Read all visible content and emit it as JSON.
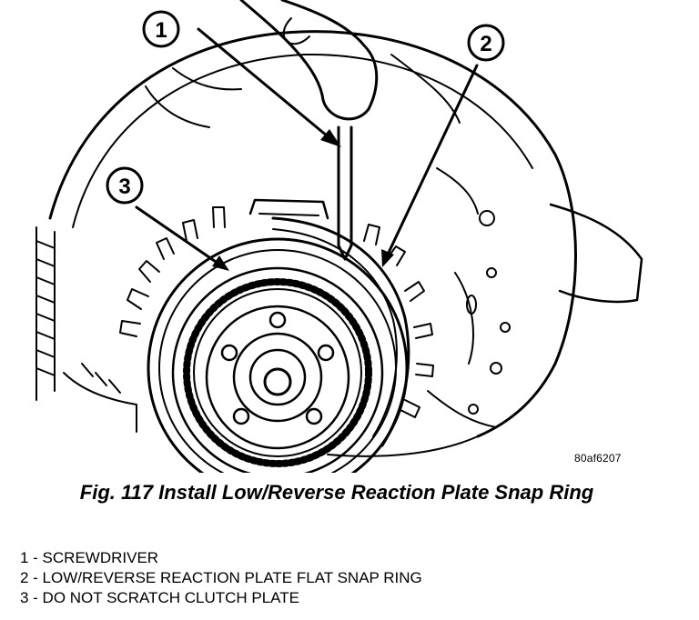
{
  "figure_id": "80af6207",
  "caption": "Fig. 117 Install Low/Reverse Reaction Plate Snap Ring",
  "callouts": [
    "1",
    "2",
    "3"
  ],
  "legend": [
    "1 - SCREWDRIVER",
    "2 - LOW/REVERSE REACTION PLATE FLAT SNAP RING",
    "3 - DO NOT SCRATCH CLUTCH PLATE"
  ]
}
